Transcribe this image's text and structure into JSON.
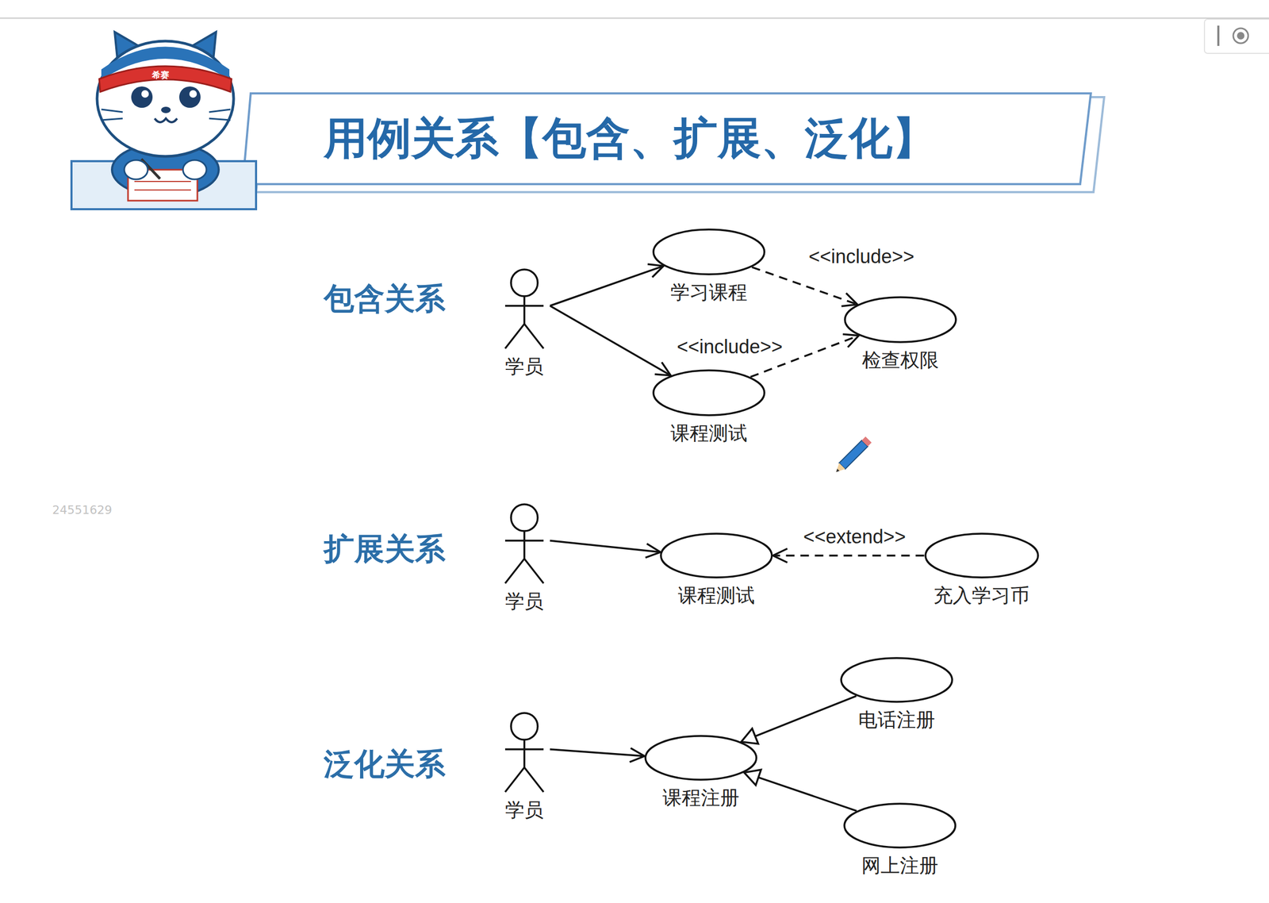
{
  "diagram": {
    "title": "用例关系【包含、扩展、泛化】",
    "nodes": [
      {
        "text": [
          "学员"
        ]
      },
      {
        "text": [
          "学习课程"
        ]
      },
      {
        "text": [
          "课程测试"
        ]
      },
      {
        "text": [
          "检查权限"
        ]
      },
      {
        "text": [
          "学员"
        ]
      },
      {
        "text": [
          "课程测试"
        ]
      },
      {
        "text": [
          "充入学习币"
        ]
      },
      {
        "text": [
          "学员"
        ]
      },
      {
        "text": [
          "课程注册"
        ]
      },
      {
        "text": [
          "电话注册"
        ]
      },
      {
        "text": [
          "网上注册"
        ]
      }
    ],
    "edges": [
      {
        "from": 0,
        "to": 1,
        "arrow": "to"
      },
      {
        "from": 0,
        "to": 2,
        "arrow": "to"
      },
      {
        "from": 1,
        "to": 3,
        "arrow": "to",
        "label": "<<include>>"
      },
      {
        "from": 2,
        "to": 3,
        "arrow": "to",
        "label": "<<include>>"
      },
      {
        "from": 4,
        "to": 5,
        "arrow": "to"
      },
      {
        "from": 6,
        "to": 5,
        "arrow": "to",
        "label": "<<extend>>"
      },
      {
        "from": 7,
        "to": 8,
        "arrow": "to"
      },
      {
        "from": 9,
        "to": 8,
        "arrow": "to"
      },
      {
        "from": 10,
        "to": 8,
        "arrow": "to"
      }
    ],
    "labels": [
      "包含关系",
      "扩展关系",
      "泛化关系",
      "24551629",
      "希赛"
    ]
  }
}
